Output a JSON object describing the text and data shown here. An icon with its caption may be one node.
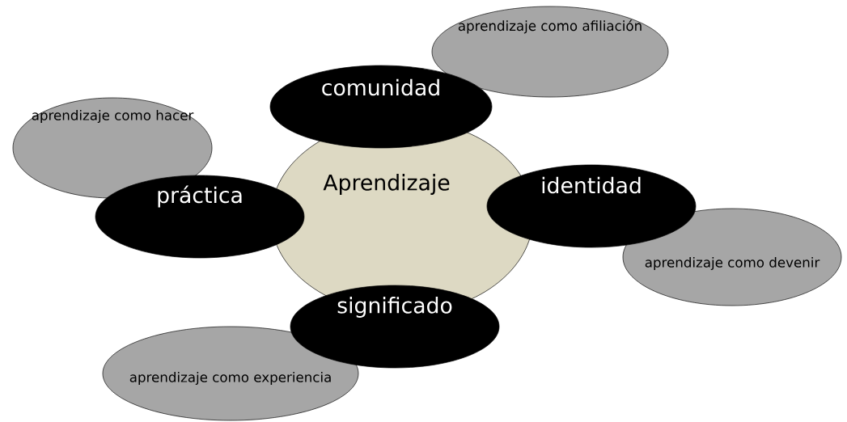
{
  "diagram": {
    "nodes": [
      {
        "text": [
          "Aprendizaje"
        ]
      },
      {
        "text": [
          "comunidad"
        ]
      },
      {
        "text": [
          "aprendizaje como afiliación"
        ]
      },
      {
        "text": [
          "práctica"
        ]
      },
      {
        "text": [
          "aprendizaje como hacer"
        ]
      },
      {
        "text": [
          "identidad"
        ]
      },
      {
        "text": [
          "aprendizaje como devenir"
        ]
      },
      {
        "text": [
          "significado"
        ]
      },
      {
        "text": [
          "aprendizaje como experiencia"
        ]
      }
    ]
  }
}
